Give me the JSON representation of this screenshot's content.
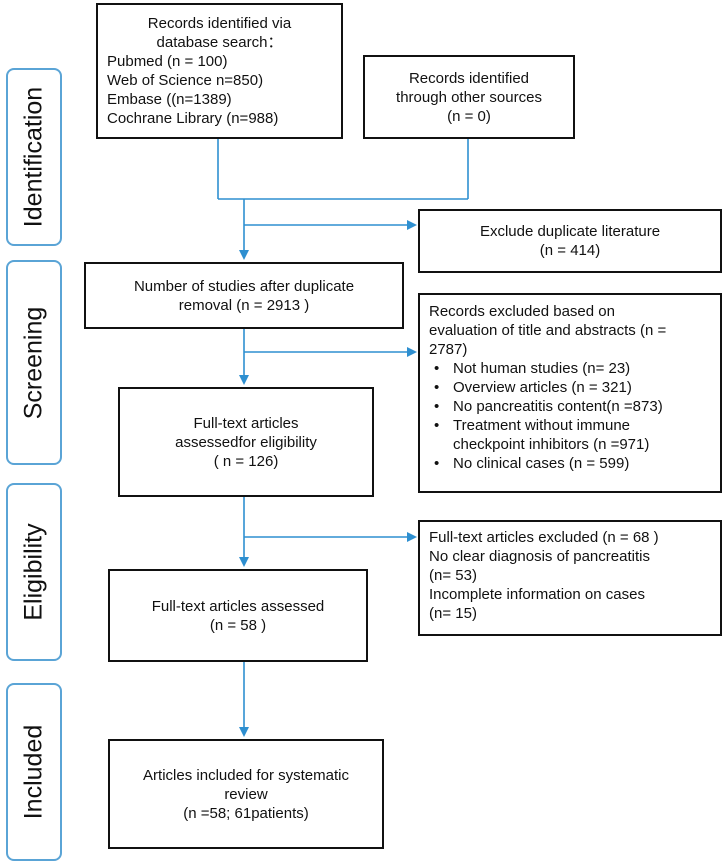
{
  "stages": {
    "identification": "Identification",
    "screening": "Screening",
    "eligibility": "Eligibility",
    "included": "Included"
  },
  "boxes": {
    "database_search": {
      "lines": [
        "Records identified via",
        "database search：",
        "Pubmed (n = 100)",
        "Web of Science n=850)",
        "Embase ((n=1389)",
        "Cochrane Library (n=988)"
      ]
    },
    "other_sources": {
      "lines": [
        "Records identified",
        "through other sources",
        "(n = 0)"
      ]
    },
    "duplicates_excluded": {
      "lines": [
        "Exclude duplicate literature",
        "(n = 414)"
      ]
    },
    "after_duplicate_removal": {
      "lines": [
        "Number of studies after duplicate",
        "removal (n = 2913 )"
      ]
    },
    "title_abstract_excluded": {
      "lines": [
        "Records excluded based on",
        "evaluation of title and abstracts (n =",
        "2787)"
      ],
      "bullets": [
        "Not human studies (n= 23)",
        "Overview articles (n = 321)",
        "No pancreatitis content(n =873)",
        "Treatment without immune",
        "No clinical cases (n = 599)"
      ],
      "bullet_continuation": "checkpoint inhibitors (n =971)"
    },
    "fulltext_assessed_eligibility": {
      "lines": [
        "Full-text articles",
        "assessedfor eligibility",
        "( n = 126)"
      ]
    },
    "fulltext_excluded": {
      "lines": [
        "Full-text articles excluded (n = 68 )",
        "No clear diagnosis of pancreatitis",
        "(n= 53)",
        "Incomplete information on cases",
        "(n= 15)"
      ]
    },
    "fulltext_assessed": {
      "lines": [
        "Full-text articles assessed",
        "(n = 58 )"
      ]
    },
    "included_review": {
      "lines": [
        "Articles included for systematic",
        "review",
        "(n =58; 61patients)"
      ]
    }
  },
  "colors": {
    "arrow": "#2e8fd0",
    "stage_border": "#5aa4d6",
    "box_border": "#111111"
  }
}
